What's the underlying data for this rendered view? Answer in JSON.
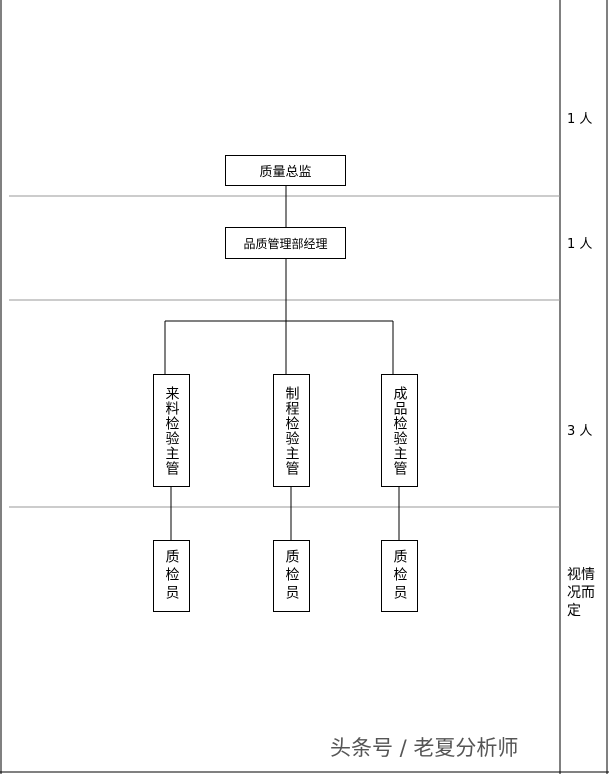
{
  "levels": {
    "top": {
      "box": "质量总监",
      "count": "1 人"
    },
    "manager": {
      "box": "品质管理部经理",
      "count": "1 人"
    },
    "supervisors": {
      "boxes": [
        "来料检验主管",
        "制程检验主管",
        "成品检验主管"
      ],
      "count": "3 人"
    },
    "inspectors": {
      "boxes": [
        "质检员",
        "质检员",
        "质检员"
      ],
      "count": "视情况而定"
    }
  },
  "watermark": "头条号 / 老夏分析师"
}
